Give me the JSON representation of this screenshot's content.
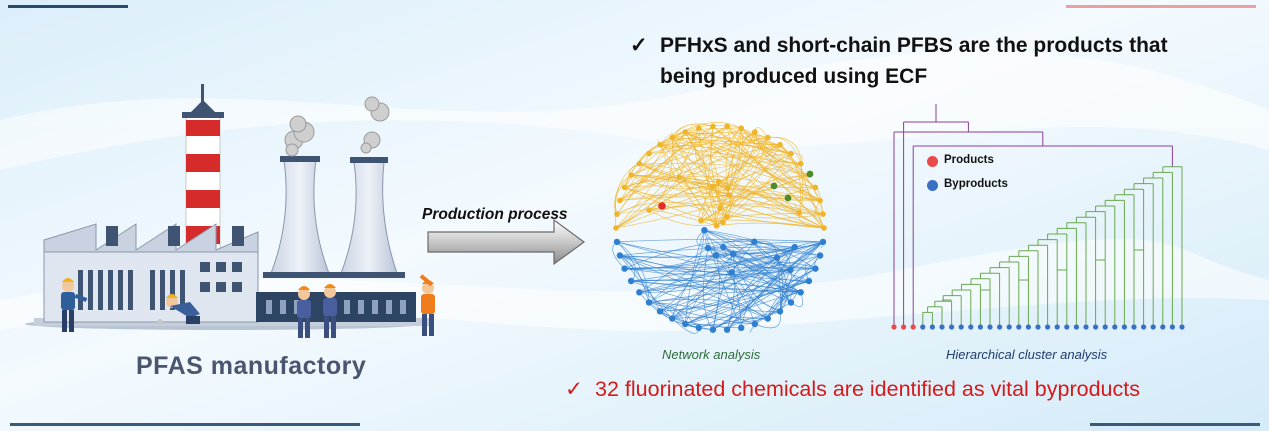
{
  "headline": {
    "check": "✓",
    "line1": "PFHxS and short-chain PFBS are the products that",
    "line2": "being produced using ECF"
  },
  "byproducts_statement": {
    "check": "✓",
    "text": "32 fluorinated chemicals are identified as vital byproducts"
  },
  "factory_label": "PFAS manufactory",
  "process_label": "Production process",
  "network": {
    "caption": "Network analysis",
    "colors": {
      "upper": "#f0b429",
      "lower": "#2f7fd0",
      "product": "#e62a2a",
      "green": "#4f8a2a"
    }
  },
  "cluster": {
    "caption": "Hierarchical cluster analysis",
    "legend": [
      {
        "label": "Products",
        "color": "#e84a4a"
      },
      {
        "label": "Byproducts",
        "color": "#3a6fc4"
      }
    ],
    "leaf_colors": {
      "product": "#e84a4a",
      "byproduct": "#3a6fc4"
    },
    "branch_colors": {
      "top": "#8a3f9a",
      "green": "#6aa84f"
    }
  },
  "colors": {
    "statement_red": "#d41a1a",
    "factory_text": "#4a5670",
    "arrow": "#9a9a9a",
    "tower_red": "#d62b2b"
  }
}
